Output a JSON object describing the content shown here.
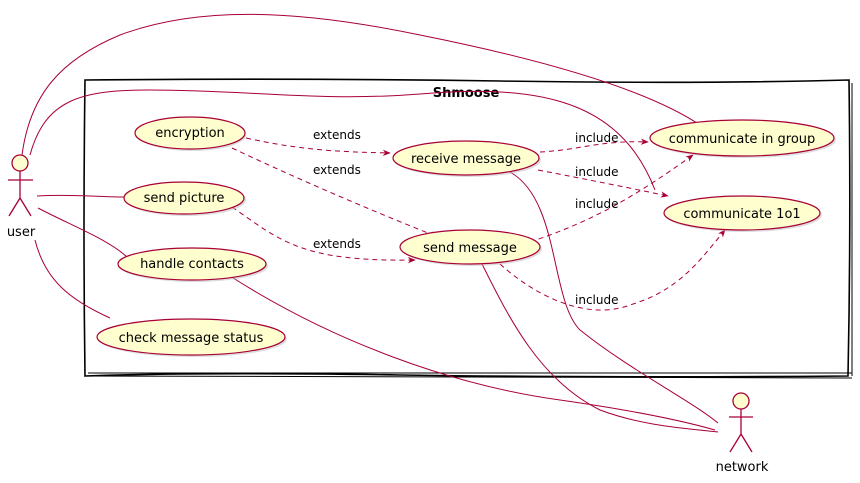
{
  "colors": {
    "usecase_fill": "#FEFECE",
    "line": "#A80036",
    "boundary": "#000000",
    "background": "#FFFFFF"
  },
  "system": {
    "title": "Shmoose"
  },
  "actors": {
    "user": "user",
    "network": "network"
  },
  "usecases": {
    "encryption": "encryption",
    "send_picture": "send picture",
    "handle_contacts": "handle contacts",
    "check_status": "check message status",
    "receive_message": "receive message",
    "send_message": "send message",
    "communicate_group": "communicate in group",
    "communicate_1o1": "communicate 1o1"
  },
  "edge_labels": {
    "extends_1": "extends",
    "extends_2": "extends",
    "extends_3": "extends",
    "include_1": "include",
    "include_2": "include",
    "include_3": "include",
    "include_4": "include"
  }
}
